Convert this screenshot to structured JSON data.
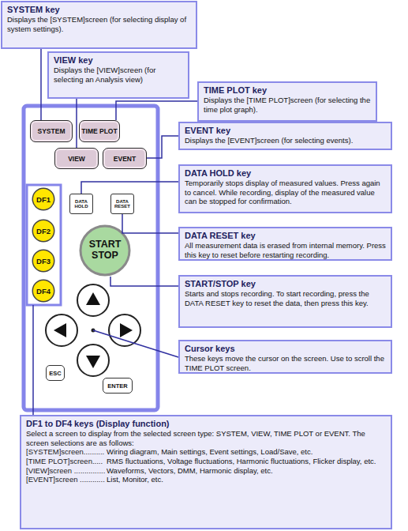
{
  "diagram": {
    "nodes": [
      {
        "text": [
          "SYSTEM key",
          "Displays the [SYSTEM]screen (for selecting display of system settings)."
        ]
      },
      {
        "text": [
          "VIEW key",
          "Displays the [VIEW]screen (for selecting an Analysis view)"
        ]
      },
      {
        "text": [
          "TIME PLOT key",
          "Displays the [TIME PLOT]screen (for selecting the time plot graph)."
        ]
      },
      {
        "text": [
          "SYSTEM"
        ]
      },
      {
        "text": [
          "TIME PLOT"
        ]
      },
      {
        "text": [
          "VIEW"
        ]
      },
      {
        "text": [
          "EVENT"
        ]
      },
      {
        "text": [
          "EVENT key",
          "Displays the [EVENT]screen (for selecting events)."
        ]
      },
      {
        "text": [
          "DATA HOLD key",
          "Temporarily stops display of measured values. Press again to cancel. While recording, display of the measured value can be stopped for confirmation."
        ]
      },
      {
        "text": [
          "DF1"
        ]
      },
      {
        "text": [
          "DATA HOLD"
        ]
      },
      {
        "text": [
          "DATA RESET"
        ]
      },
      {
        "text": [
          "DATA RESET key",
          "All measurement data is erased from internal memory. Press this key to reset before restarting recording."
        ]
      },
      {
        "text": [
          "DF2"
        ]
      },
      {
        "text": [
          "START STOP"
        ]
      },
      {
        "text": [
          "START/STOP key",
          "Starts and stops recording. To start recording, press the DATA RESET key to reset the data, then press this key."
        ]
      },
      {
        "text": [
          "DF3"
        ]
      },
      {
        "text": [
          "DF4"
        ]
      },
      {
        "text": [
          "Cursor keys",
          "These keys move the cursor on the screen. Use to scroll the TIME PLOT screen."
        ]
      },
      {
        "text": [
          "ESC"
        ]
      },
      {
        "text": [
          "ENTER"
        ]
      },
      {
        "text": [
          "DF1 to DF4 keys (Display function)",
          "Select a screen to display from the selected screen type: SYSTEM, VIEW, TIME PLOT or EVENT. The screen selections are as follows:",
          "[SYSTEM]screen..........",
          "Wiring diagram, Main settings, Event settings, Load/Save, etc.",
          "[TIME PLOT]screen.....",
          "RMS fluctuations, Voltage fluctuations, Harmonic fluctuations, Flicker display, etc.",
          "[VIEW]screen ...............",
          "Waveforms, Vectors, DMM, Harmonic display, etc.",
          "[EVENT]screen ............",
          "List, Monitor, etc."
        ]
      }
    ],
    "edges": [
      {
        "from": 0,
        "to": 3,
        "arrow": "none"
      },
      {
        "from": 1,
        "to": 5,
        "arrow": "none"
      },
      {
        "from": 2,
        "to": 4,
        "arrow": "none"
      },
      {
        "from": 7,
        "to": 6,
        "arrow": "none"
      },
      {
        "from": 8,
        "to": 10,
        "arrow": "none"
      },
      {
        "from": 12,
        "to": 11,
        "arrow": "none"
      },
      {
        "from": 15,
        "to": 14,
        "arrow": "none"
      }
    ]
  }
}
